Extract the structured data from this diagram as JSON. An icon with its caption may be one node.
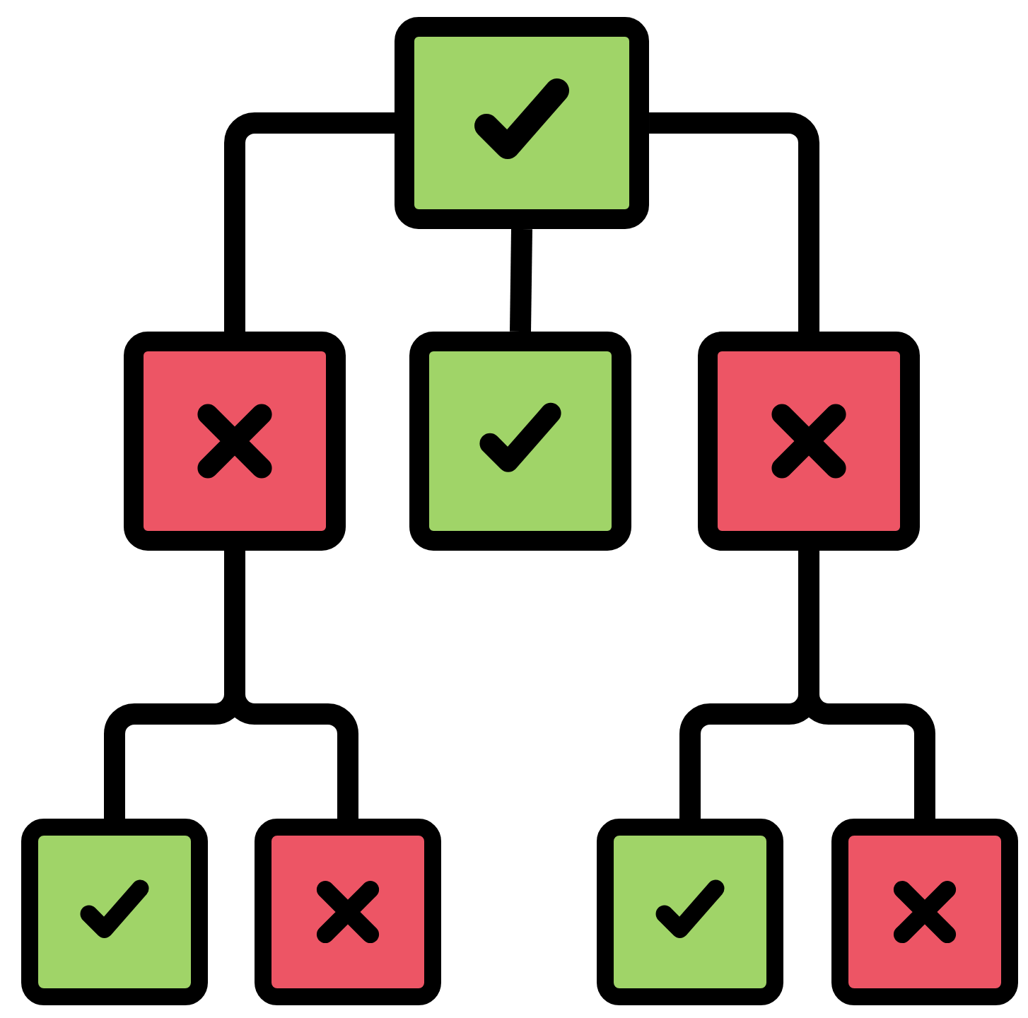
{
  "diagram": {
    "nodes": [
      {
        "text": [],
        "shape": "box"
      },
      {
        "text": [],
        "shape": "box"
      },
      {
        "text": [],
        "shape": "box"
      },
      {
        "text": [],
        "shape": "box"
      },
      {
        "text": [],
        "shape": "box"
      },
      {
        "text": [],
        "shape": "box"
      },
      {
        "text": [],
        "shape": "box"
      },
      {
        "text": [],
        "shape": "box"
      }
    ],
    "edges": [
      {
        "from": 0,
        "to": 1,
        "arrow": "none"
      },
      {
        "from": 0,
        "to": 2,
        "arrow": "none"
      },
      {
        "from": 0,
        "to": 3,
        "arrow": "none"
      },
      {
        "from": 1,
        "to": 4,
        "arrow": "none"
      },
      {
        "from": 1,
        "to": 5,
        "arrow": "none"
      },
      {
        "from": 3,
        "to": 6,
        "arrow": "none"
      },
      {
        "from": 3,
        "to": 7,
        "arrow": "none"
      }
    ]
  }
}
